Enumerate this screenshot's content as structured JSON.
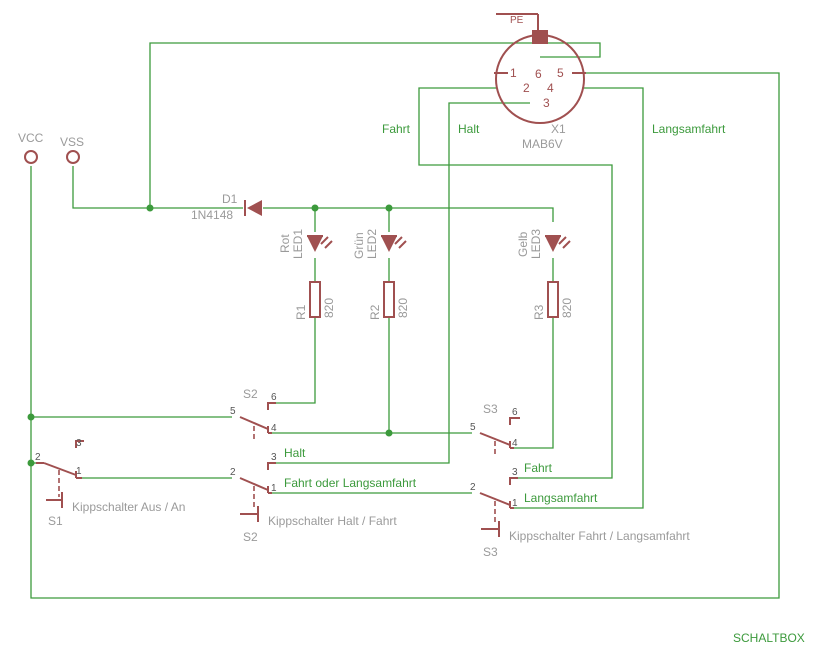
{
  "connector": {
    "name": "X1",
    "value": "MAB6V",
    "pe_label": "PE",
    "pins": [
      "1",
      "6",
      "5",
      "2",
      "4",
      "3"
    ]
  },
  "supply": {
    "vcc": "VCC",
    "vss": "VSS"
  },
  "diode": {
    "name": "D1",
    "value": "1N4148"
  },
  "leds": [
    {
      "color": "Rot",
      "name": "LED1"
    },
    {
      "color": "Grün",
      "name": "LED2"
    },
    {
      "color": "Gelb",
      "name": "LED3"
    }
  ],
  "resistors": [
    {
      "name": "R1",
      "value": "820"
    },
    {
      "name": "R2",
      "value": "820"
    },
    {
      "name": "R3",
      "value": "820"
    }
  ],
  "switches": {
    "s1": {
      "name": "S1",
      "description": "Kippschalter Aus / An",
      "pins": [
        "2",
        "1",
        "3"
      ]
    },
    "s2": {
      "name": "S2",
      "description": "Kippschalter Halt / Fahrt",
      "pins_top": [
        "5",
        "4",
        "6"
      ],
      "pins_bottom": [
        "2",
        "1",
        "3"
      ]
    },
    "s3": {
      "name": "S3",
      "description": "Kippschalter Fahrt / Langsamfahrt",
      "pins_top": [
        "5",
        "4",
        "6"
      ],
      "pins_bottom": [
        "2",
        "1",
        "3"
      ]
    }
  },
  "net_labels": {
    "fahrt_top": "Fahrt",
    "halt_top": "Halt",
    "langsamfahrt_top": "Langsamfahrt",
    "halt": "Halt",
    "fahrt_oder_langsamfahrt": "Fahrt oder Langsamfahrt",
    "fahrt": "Fahrt",
    "langsamfahrt": "Langsamfahrt"
  },
  "frame_name": "SCHALTBOX",
  "colors": {
    "wire": "#3c9a3c",
    "part": "#a05050",
    "label": "#9a9a9a"
  }
}
